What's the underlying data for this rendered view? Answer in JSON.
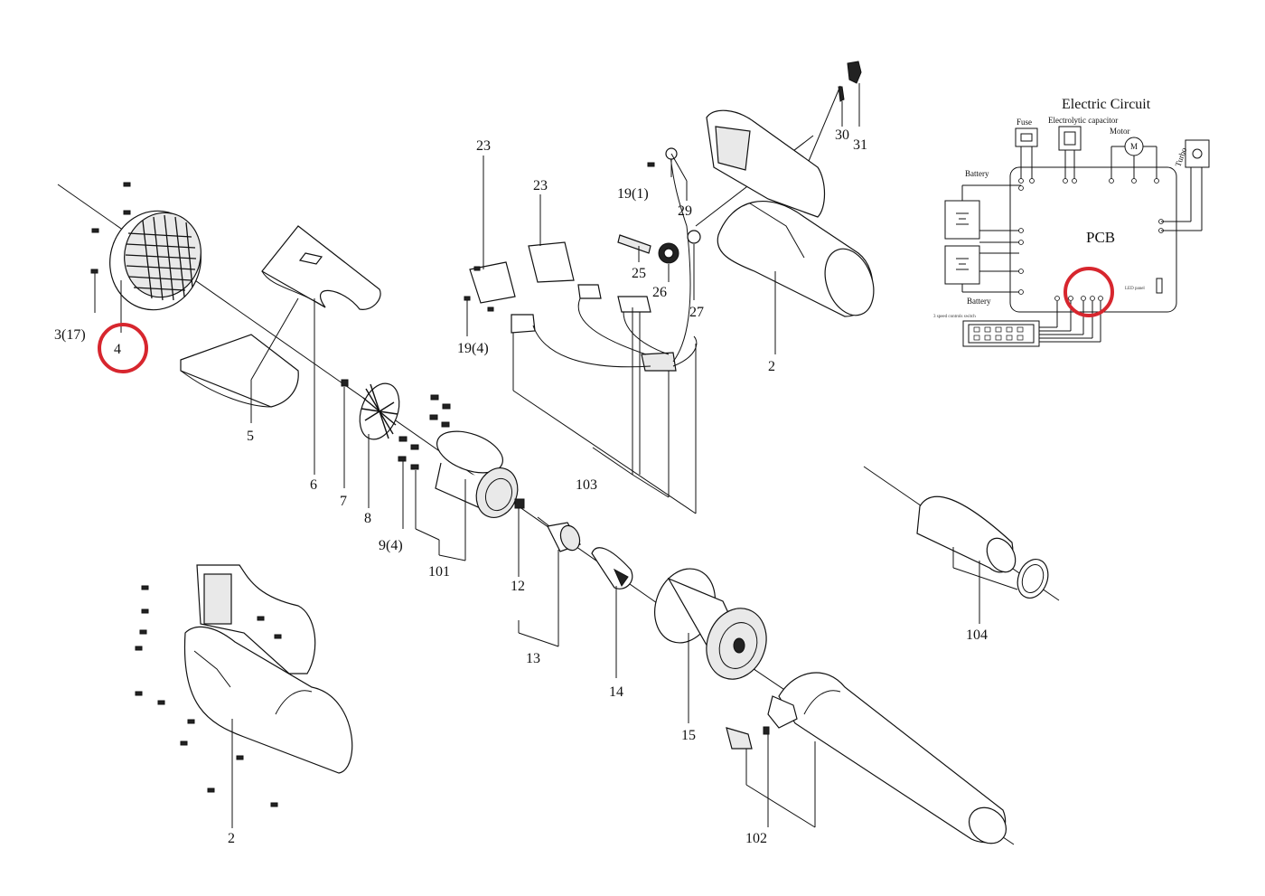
{
  "part_labels": {
    "p3_17": "3(17)",
    "p4": "4",
    "p5": "5",
    "p6": "6",
    "p7": "7",
    "p8": "8",
    "p9_4": "9(4)",
    "p101": "101",
    "p12": "12",
    "p13": "13",
    "p14": "14",
    "p15": "15",
    "p102": "102",
    "p104": "104",
    "p2_top": "2",
    "p2_bottom": "2",
    "p103": "103",
    "p19_4": "19(4)",
    "p19_1": "19(1)",
    "p23_a": "23",
    "p23_b": "23",
    "p25": "25",
    "p26": "26",
    "p27": "27",
    "p29": "29",
    "p30": "30",
    "p31": "31"
  },
  "circuit": {
    "title": "Electric Circuit",
    "fuse": "Fuse",
    "capacitor": "Electrolytic capacitor",
    "motor": "Motor",
    "motor_symbol": "M",
    "turbo": "Turbo",
    "battery_top": "Battery",
    "battery_bottom": "Battery",
    "pcb": "PCB",
    "led_panel": "LED panel",
    "speed_switch": "3 speed controls switch"
  },
  "highlight_color": "#d7262e"
}
